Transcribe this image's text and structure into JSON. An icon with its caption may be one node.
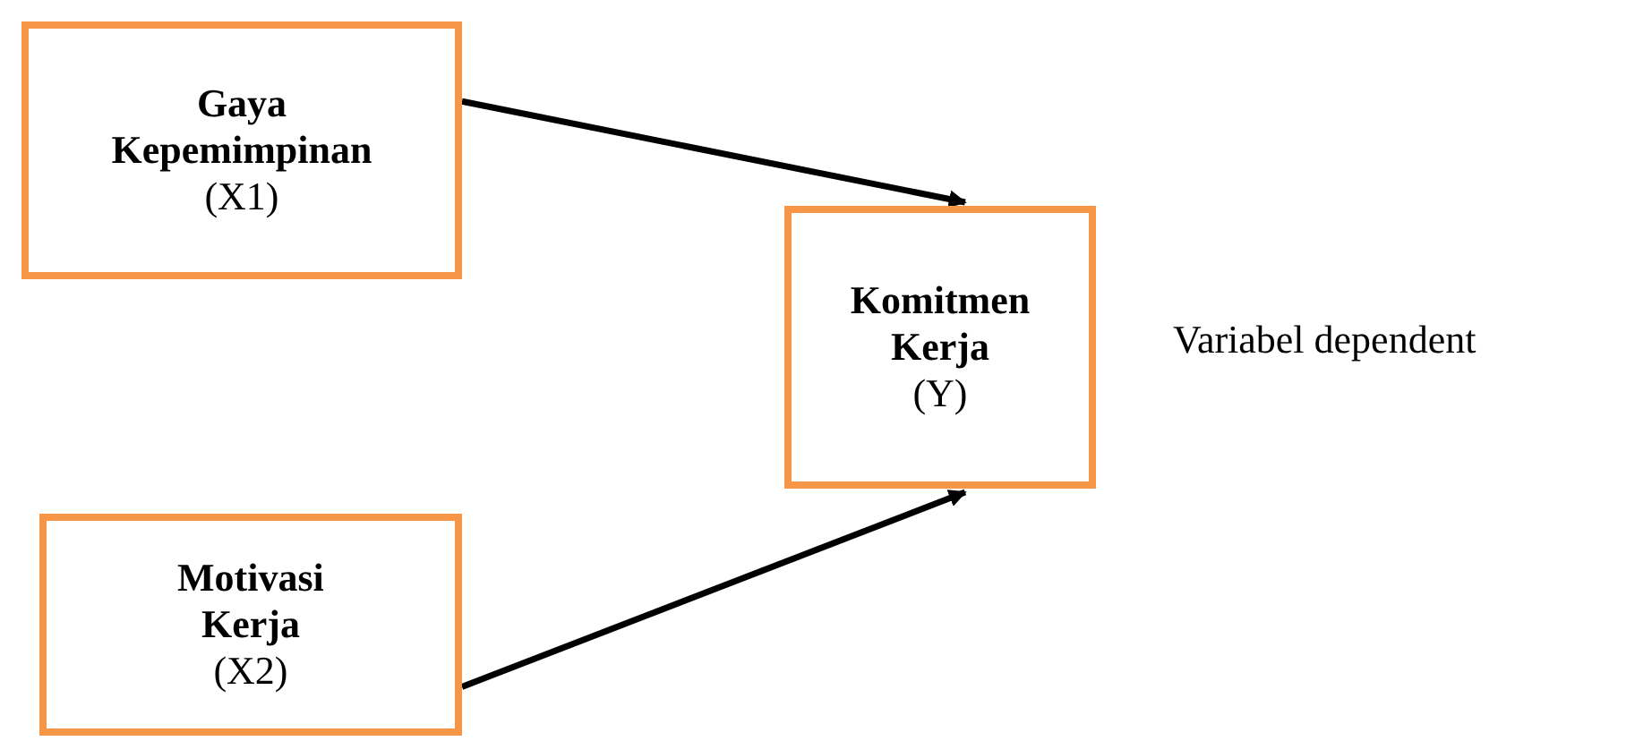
{
  "diagram": {
    "nodes": [
      {
        "text": [
          "Gaya Kepemimpinan",
          "(X1)"
        ]
      },
      {
        "text": [
          "Komitmen Kerja",
          "(Y)"
        ],
        "beside": [
          "Variabel dependent"
        ]
      },
      {
        "text": [
          "Motivasi Kerja",
          "(X2)"
        ]
      }
    ],
    "edges": [
      {
        "from": 0,
        "to": 1,
        "arrow": "to"
      },
      {
        "from": 2,
        "to": 1,
        "arrow": "to"
      }
    ]
  }
}
